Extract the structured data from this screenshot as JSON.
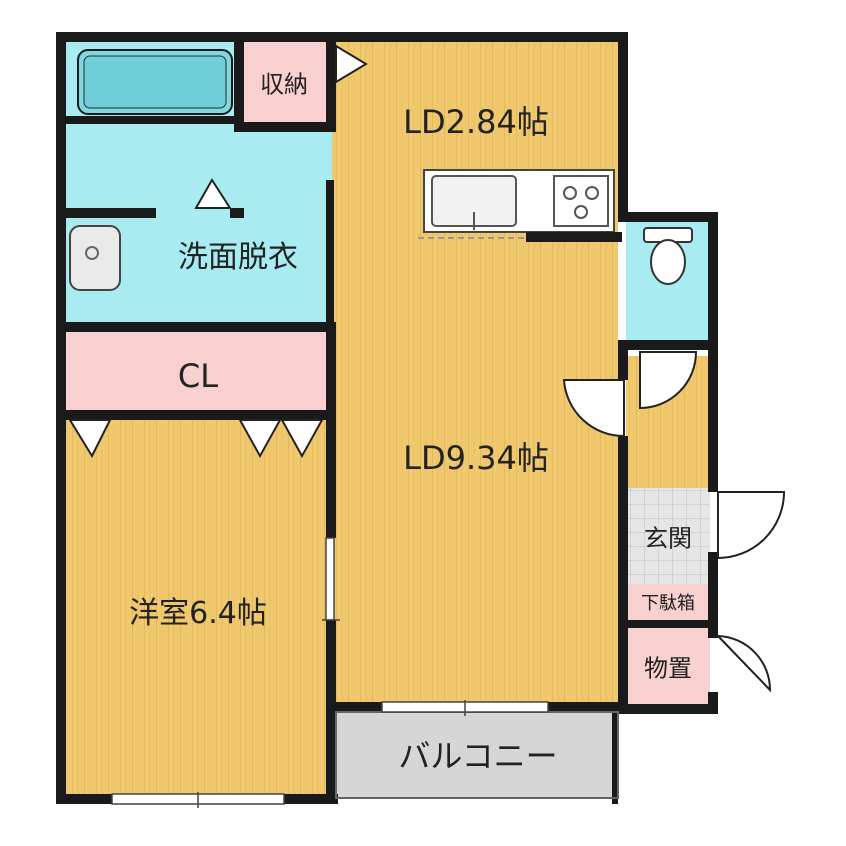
{
  "rooms": {
    "ld_upper": "LD2.84帖",
    "ld_main": "LD9.34帖",
    "western": "洋室6.4帖",
    "washroom": "洗面脱衣",
    "closet": "CL",
    "storage": "収納",
    "entrance": "玄関",
    "shoe_box": "下駄箱",
    "shed": "物置",
    "balcony": "バルコニー"
  },
  "colors": {
    "floor_wood": "#F0C86E",
    "wet_area": "#A8ECF2",
    "closet_pink": "#F8D0D0",
    "balcony_gray": "#D6D6D6",
    "wall": "#1a1a1a",
    "tile": "#E2E2E2"
  }
}
